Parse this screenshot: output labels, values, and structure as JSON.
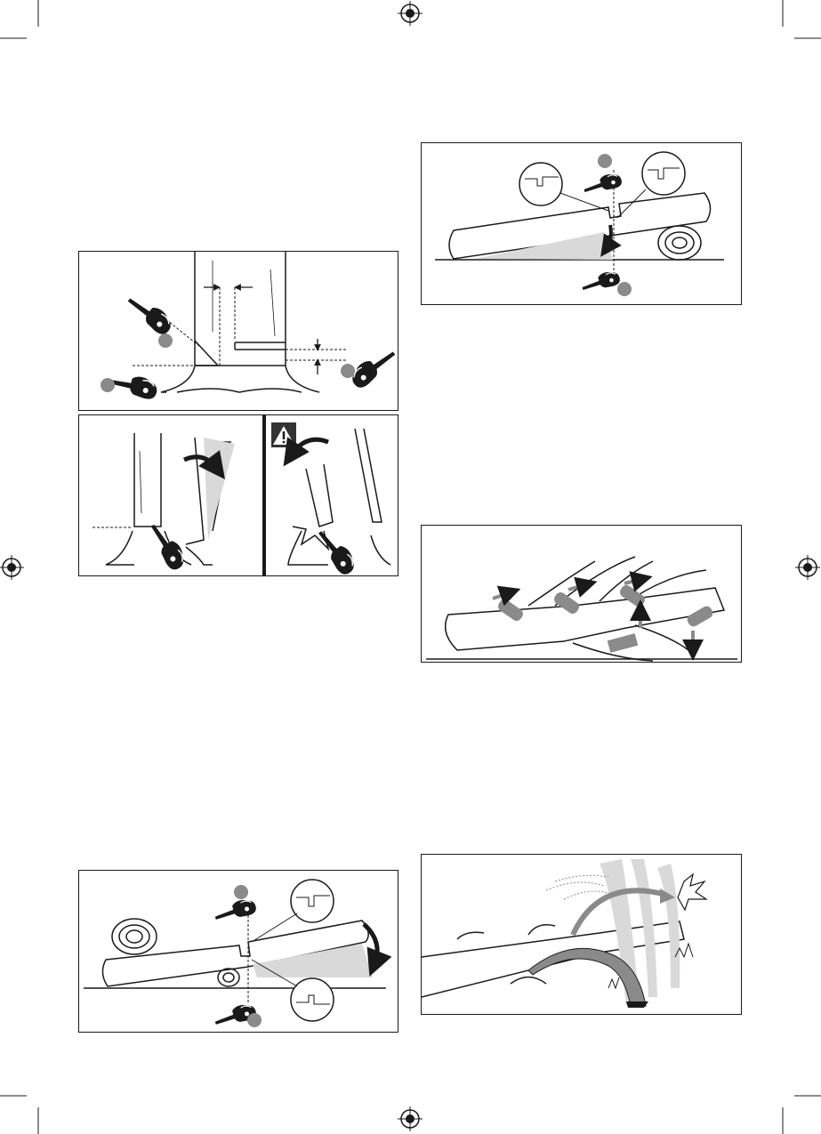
{
  "page": {
    "background": "#ffffff",
    "line_color": "#1a1a1a",
    "callout_color": "#8a8a8a",
    "shade_color": "#d9d9d9"
  },
  "figures": [
    {
      "name": "felling-notch-and-back-cut",
      "icons": [
        "chainsaw-icon",
        "chainsaw-icon",
        "chainsaw-icon",
        "callout-marker",
        "callout-marker",
        "callout-marker"
      ]
    },
    {
      "name": "tree-falls-correctly",
      "icons": [
        "chainsaw-icon",
        "curved-arrow-icon"
      ]
    },
    {
      "name": "tree-falls-backward-warning",
      "icons": [
        "warning-icon",
        "chainsaw-icon",
        "curved-arrow-icon"
      ]
    },
    {
      "name": "bucking-log-supported-one-end",
      "icons": [
        "chainsaw-icon",
        "chainsaw-icon",
        "callout-marker",
        "callout-marker",
        "magnifier-detail"
      ]
    },
    {
      "name": "limbing-branches",
      "icons": [
        "arrow-icon",
        "arrow-icon",
        "arrow-icon",
        "arrow-icon",
        "arrow-icon"
      ]
    },
    {
      "name": "bucking-log-supported-both-ends",
      "icons": [
        "chainsaw-icon",
        "chainsaw-icon",
        "callout-marker",
        "callout-marker",
        "magnifier-detail"
      ]
    },
    {
      "name": "spring-pole-hazard",
      "icons": [
        "curved-arrow-icon",
        "impact-burst-icon"
      ]
    }
  ]
}
